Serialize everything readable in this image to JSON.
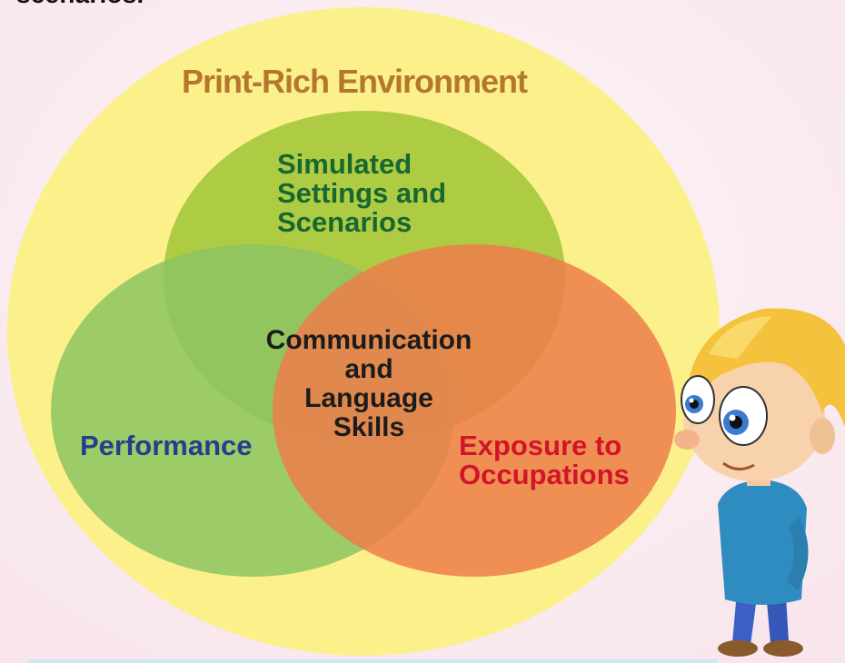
{
  "heading": "scenarios.",
  "diagram": {
    "outer": {
      "label": "Print-Rich Environment",
      "color": "#fbf08a",
      "label_color": "#b5772f"
    },
    "top": {
      "lines": [
        "Simulated",
        "Settings and",
        "Scenarios"
      ],
      "color": "#a8d46f",
      "label_color": "#17682f"
    },
    "left": {
      "lines": [
        "Performance"
      ],
      "color": "#8fd1b4",
      "label_color": "#253f8e"
    },
    "right": {
      "lines": [
        "Exposure to",
        "Occupations"
      ],
      "color": "#f2868a",
      "label_color": "#d0152b"
    },
    "center": {
      "lines": [
        "Communication",
        "and",
        "Language",
        "Skills"
      ],
      "label_color": "#1c1c1c"
    }
  },
  "illustration": {
    "name": "cartoon boy peeking"
  }
}
